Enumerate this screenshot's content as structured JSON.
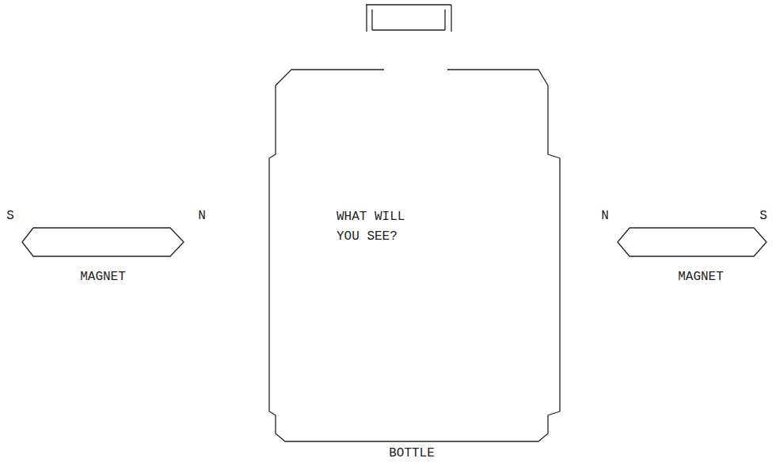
{
  "diagram": {
    "nodes": [
      {
        "text": [
          "S",
          "N",
          "MAGNET"
        ]
      },
      {
        "text": [
          "WHAT WILL YOU SEE?",
          "BOTTLE"
        ]
      },
      {
        "text": [
          "N",
          "S",
          "MAGNET"
        ]
      }
    ]
  }
}
